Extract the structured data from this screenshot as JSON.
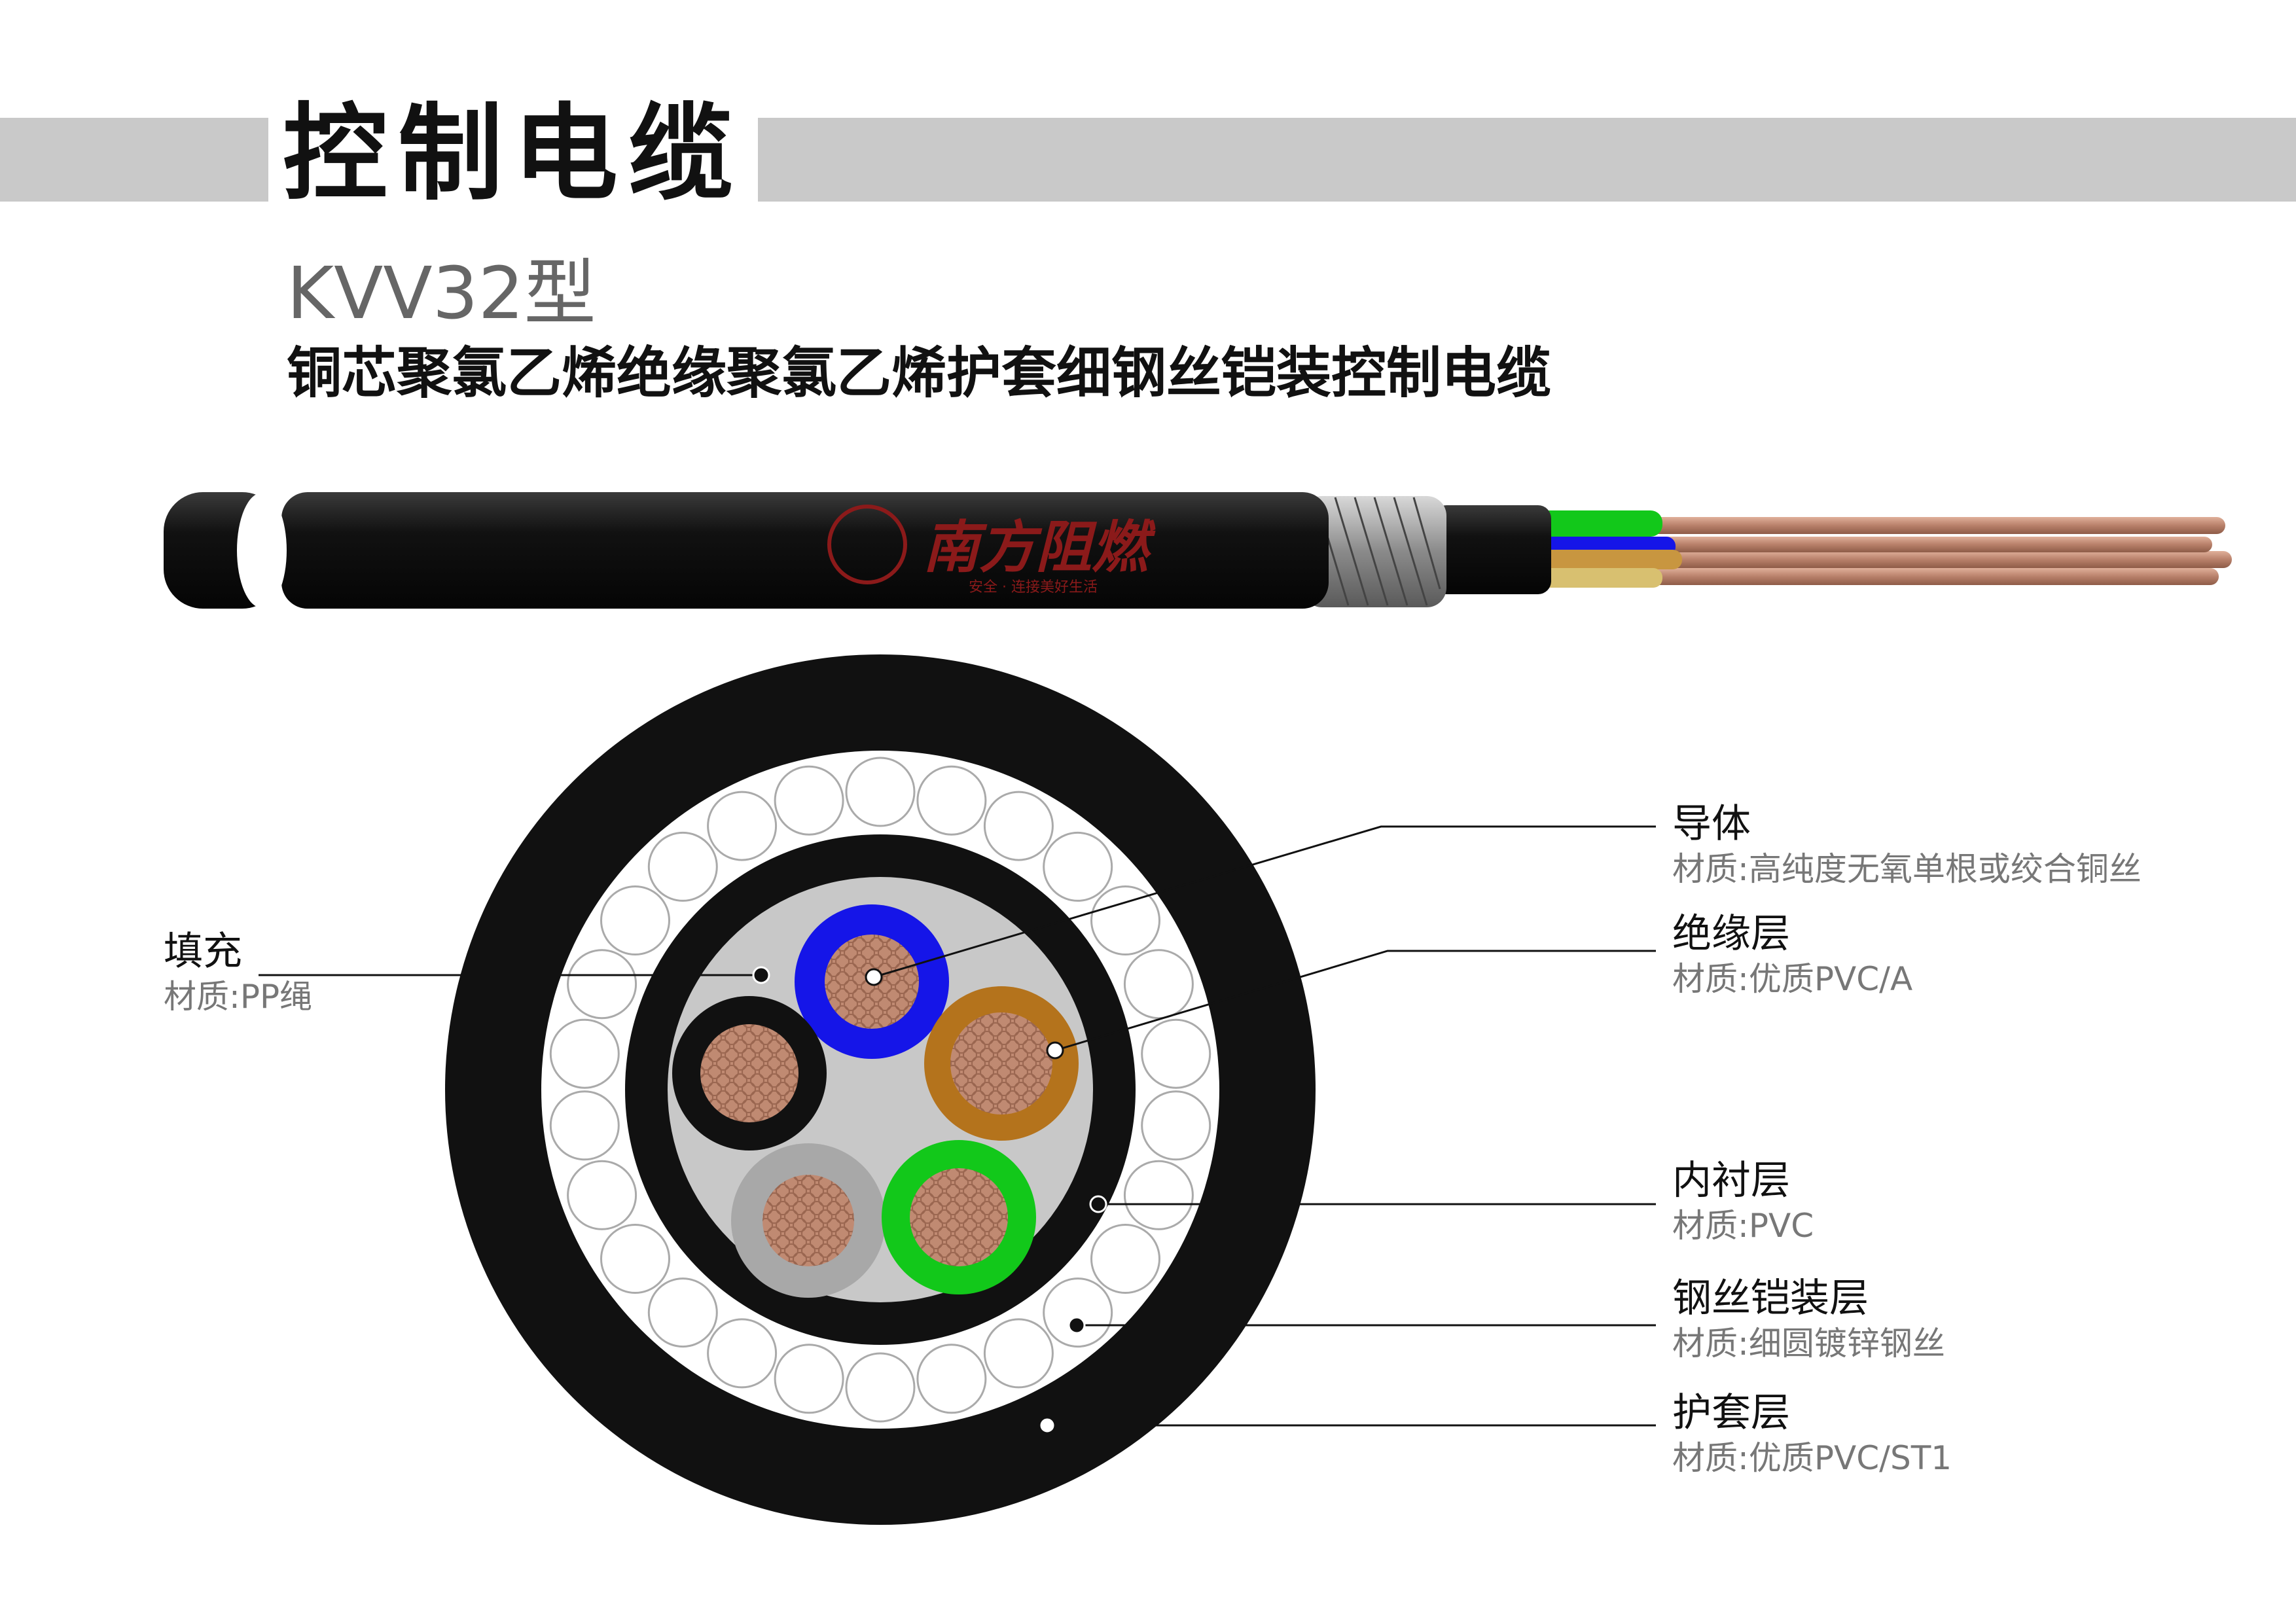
{
  "title": "控制电缆",
  "model": "KVV32型",
  "subtitle": "铜芯聚氯乙烯绝缘聚氯乙烯护套细钢丝铠装控制电缆",
  "logo": {
    "name": "南方阻燃",
    "slogan": "安全 · 连接美好生活"
  },
  "colors": {
    "background": "#ffffff",
    "title_bar": "#c9c9c9",
    "sheath": "#111111",
    "filler": "#c8c8c8",
    "copper": "#c08a72",
    "core_blue": "#1515e8",
    "core_brown": "#b4731c",
    "core_black": "#111111",
    "core_gray": "#a8a8a8",
    "core_green": "#12c81a",
    "logo_red": "#8b1a1a"
  },
  "labels": [
    {
      "id": "conductor",
      "name": "导体",
      "material": "材质:高纯度无氧单根或绞合铜丝"
    },
    {
      "id": "insulation",
      "name": "绝缘层",
      "material": "材质:优质PVC/A"
    },
    {
      "id": "filler",
      "name": "填充",
      "material": "材质:PP绳"
    },
    {
      "id": "inner-lining",
      "name": "内衬层",
      "material": "材质:PVC"
    },
    {
      "id": "steel-wire-armour",
      "name": "钢丝铠装层",
      "material": "材质:细圆镀锌钢丝"
    },
    {
      "id": "outer-sheath",
      "name": "护套层",
      "material": "材质:优质PVC/ST1"
    }
  ]
}
